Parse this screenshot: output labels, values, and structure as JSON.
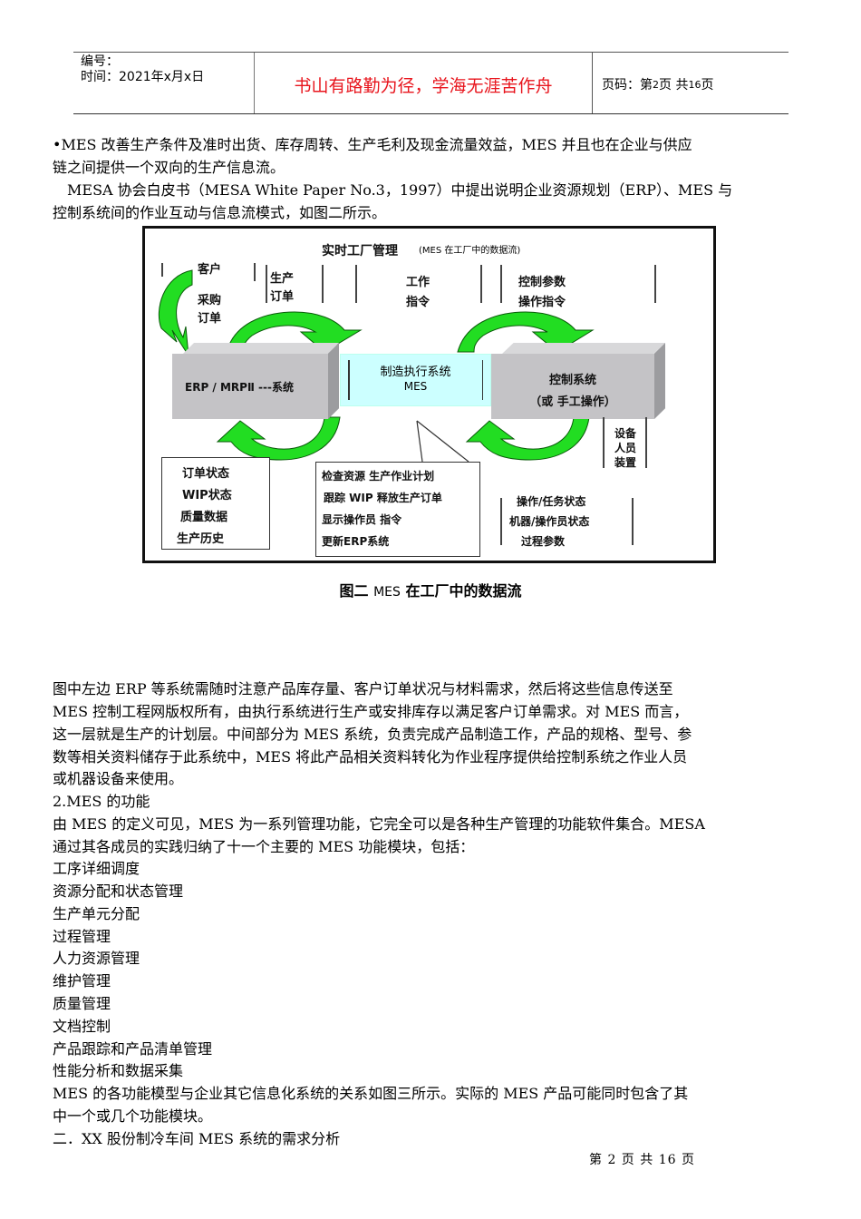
{
  "header": {
    "number_label": "编号：",
    "date_label": "时间：2021年x月x日",
    "motto": "书山有路勤为径，学海无涯苦作舟",
    "page_prefix": "页码：第",
    "page_current": "2",
    "page_mid": "页  共",
    "page_total": "16",
    "page_suffix": "页",
    "motto_color": "#e8141c"
  },
  "intro": {
    "line1": "•MES 改善生产条件及准时出货、库存周转、生产毛利及现金流量效益，MES 并且也在企业与供应",
    "line2": "链之间提供一个双向的生产信息流。",
    "line3": "　MESA 协会白皮书（MESA White Paper No.3，1997）中提出说明企业资源规划（ERP）、MES 与",
    "line4": "控制系统间的作业互动与信息流模式，如图二所示。"
  },
  "figure": {
    "title": "实时工厂管理",
    "subtitle": "(MES 在工厂中的数据流)",
    "top_labels": {
      "customer": "客户",
      "purchase_order_1": "采购",
      "purchase_order_2": "订单",
      "production_order_1": "生产",
      "production_order_2": "订单",
      "work_order_1": "工作",
      "work_order_2": "指令",
      "control_params_1": "控制参数",
      "control_params_2": "操作指令"
    },
    "erp_box": "ERP / MRPⅡ  ---系统",
    "mes_box_1": "制造执行系统",
    "mes_box_2": "MES",
    "control_box_1": "控制系统",
    "control_box_2": "（或 手工操作）",
    "equipment": [
      "设备",
      "人员",
      "装置"
    ],
    "left_status": [
      "订单状态",
      "WIP状态",
      "质量数据",
      "生产历史"
    ],
    "mes_functions": [
      "检查资源  生产作业计划",
      "跟踪 WIP  释放生产订单",
      "显示操作员  指令",
      "更新ERP系统"
    ],
    "right_status": [
      "操作/任务状态",
      "机器/操作员状态",
      "过程参数"
    ],
    "arrow_color": "#22dd22",
    "caption_prefix": "图二",
    "caption_mes": "MES",
    "caption_suffix": "在工厂中的数据流"
  },
  "body": {
    "para1": [
      "图中左边 ERP 等系统需随时注意产品库存量、客户订单状况与材料需求，然后将这些信息传送至",
      "MES 控制工程网版权所有，由执行系统进行生产或安排库存以满足客户订单需求。对 MES 而言，",
      "这一层就是生产的计划层。中间部分为 MES 系统，负责完成产品制造工作，产品的规格、型号、参",
      "数等相关资料储存于此系统中，MES 将此产品相关资料转化为作业程序提供给控制系统之作业人员",
      "或机器设备来使用。"
    ],
    "section_heading": "2.MES 的功能",
    "para2": [
      "由 MES 的定义可见，MES 为一系列管理功能，它完全可以是各种生产管理的功能软件集合。MESA",
      "通过其各成员的实践归纳了十一个主要的 MES 功能模块，包括："
    ],
    "modules": [
      "工序详细调度",
      "资源分配和状态管理",
      "生产单元分配",
      "过程管理",
      "人力资源管理",
      "维护管理",
      "质量管理",
      "文档控制",
      "产品跟踪和产品清单管理",
      "性能分析和数据采集"
    ],
    "para3": [
      "MES 的各功能模型与企业其它信息化系统的关系如图三所示。实际的 MES 产品可能同时包含了其",
      "中一个或几个功能模块。"
    ],
    "chapter_heading": "二．XX 股份制冷车间 MES 系统的需求分析"
  },
  "footer": {
    "page_text": "第 2 页 共 16 页"
  }
}
